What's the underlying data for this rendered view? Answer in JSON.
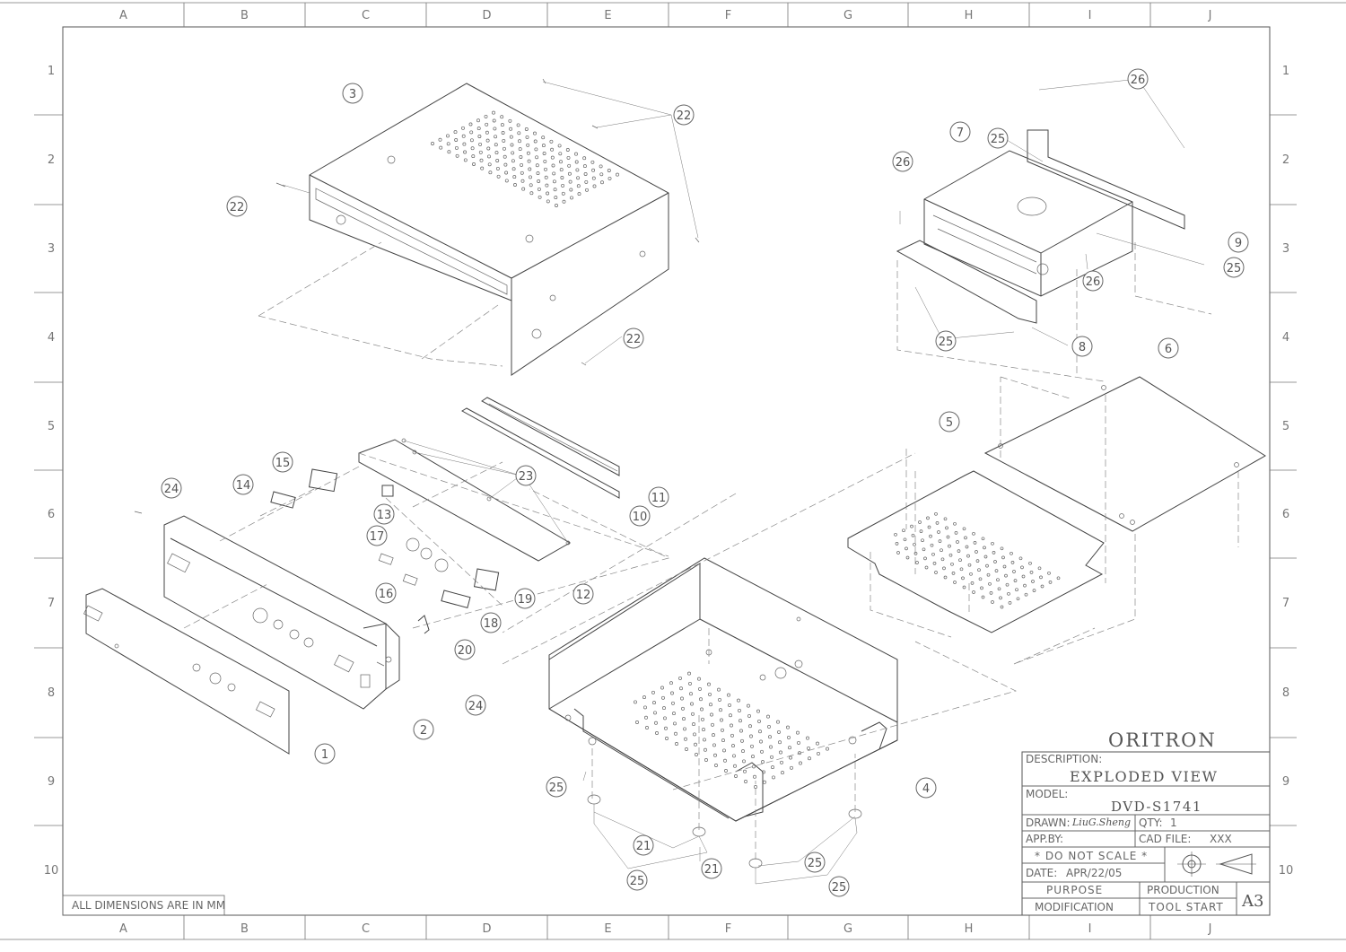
{
  "grid": {
    "columns": [
      "A",
      "B",
      "C",
      "D",
      "E",
      "F",
      "G",
      "H",
      "I",
      "J"
    ],
    "rows": [
      "1",
      "2",
      "3",
      "4",
      "5",
      "6",
      "7",
      "8",
      "9",
      "10"
    ]
  },
  "callouts": [
    {
      "label": "3"
    },
    {
      "label": "22"
    },
    {
      "label": "22"
    },
    {
      "label": "22"
    },
    {
      "label": "26"
    },
    {
      "label": "7"
    },
    {
      "label": "25"
    },
    {
      "label": "26"
    },
    {
      "label": "9"
    },
    {
      "label": "25"
    },
    {
      "label": "26"
    },
    {
      "label": "25"
    },
    {
      "label": "8"
    },
    {
      "label": "6"
    },
    {
      "label": "5"
    },
    {
      "label": "15"
    },
    {
      "label": "23"
    },
    {
      "label": "14"
    },
    {
      "label": "24"
    },
    {
      "label": "13"
    },
    {
      "label": "11"
    },
    {
      "label": "10"
    },
    {
      "label": "17"
    },
    {
      "label": "16"
    },
    {
      "label": "19"
    },
    {
      "label": "12"
    },
    {
      "label": "18"
    },
    {
      "label": "20"
    },
    {
      "label": "24"
    },
    {
      "label": "2"
    },
    {
      "label": "1"
    },
    {
      "label": "4"
    },
    {
      "label": "25"
    },
    {
      "label": "21"
    },
    {
      "label": "25"
    },
    {
      "label": "21"
    },
    {
      "label": "25"
    },
    {
      "label": "25"
    }
  ],
  "title_block": {
    "company": "ORITRON",
    "description_label": "DESCRIPTION:",
    "description_value": "EXPLODED VIEW",
    "model_label": "MODEL:",
    "model_value": "DVD-S1741",
    "drawn_label": "DRAWN:",
    "drawn_value": "LiuG.Sheng",
    "qty_label": "QTY:",
    "qty_value": "1",
    "app_label": "APP.BY:",
    "cad_label": "CAD FILE:",
    "cad_value": "XXX",
    "scale_note": "* DO NOT SCALE *",
    "date_label": "DATE:",
    "date_value": "APR/22/05",
    "purpose": "PURPOSE",
    "modification": "MODIFICATION",
    "production": "PRODUCTION",
    "tool_start": "TOOL START",
    "sheet_size": "A3"
  },
  "dimensions_note": "ALL DIMENSIONS ARE IN MM"
}
